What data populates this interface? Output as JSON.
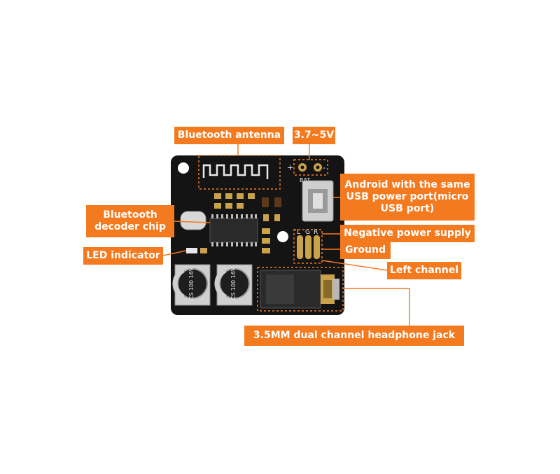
{
  "labels": {
    "antenna": "Bluetooth antenna",
    "voltage": "3.7~5V",
    "usb": "Android with the same\nUSB power port(micro\nUSB port)",
    "chip": "Bluetooth\ndecoder chip",
    "negative": "Negative power supply",
    "led": "LED indicator",
    "ground": "Ground",
    "left": "Left channel",
    "jack": "3.5MM dual channel headphone jack"
  },
  "board_text": {
    "cap_left": "CS 100 16V",
    "cap_right": "CS 100 16V",
    "bat": "BAT",
    "pin_l": "L",
    "pin_g": "G",
    "pin_r": "R",
    "plus": "+",
    "minus": "-"
  },
  "colors": {
    "label_bg": "#f47a20",
    "board": "#141414",
    "silkscreen": "#e8e8e8"
  }
}
